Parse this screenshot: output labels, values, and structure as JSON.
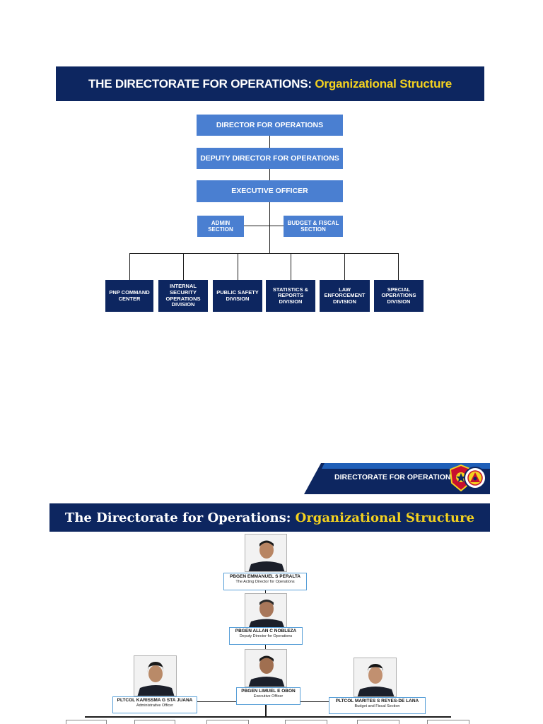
{
  "chart1": {
    "title_main": "THE DIRECTORATE FOR OPERATIONS:",
    "title_highlight": "Organizational Structure",
    "director": "DIRECTOR FOR OPERATIONS",
    "deputy": "DEPUTY DIRECTOR FOR OPERATIONS",
    "exec": "EXECUTIVE OFFICER",
    "admin": "ADMIN SECTION",
    "budget": "BUDGET & FISCAL SECTION",
    "divisions": [
      "PNP COMMAND CENTER",
      "INTERNAL SECURITY OPERATIONS DIVISION",
      "PUBLIC SAFETY DIVISION",
      "STATISTICS & REPORTS DIVISION",
      "LAW ENFORCEMENT DIVISION",
      "SPECIAL OPERATIONS DIVISION"
    ]
  },
  "chart2": {
    "tag": "DIRECTORATE FOR OPERATIONS",
    "title_main": "The Directorate for Operations:",
    "title_highlight": "Organizational Structure",
    "people": [
      {
        "name": "PBGEN EMMANUEL S PERALTA",
        "role": "The Acting Director for Operations"
      },
      {
        "name": "PBGEN ALLAN C NOBLEZA",
        "role": "Deputy Director for Operations"
      },
      {
        "name": "PBGEN LIMUEL E OBON",
        "role": "Executive Officer"
      },
      {
        "name": "PLTCOL KARISSMA G STA JUANA",
        "role": "Administrative Officer"
      },
      {
        "name": "PLTCOL MARITES S REYES-DE LANA",
        "role": "Budget and Fiscal Section"
      }
    ]
  },
  "colors": {
    "navy": "#0d2660",
    "blue_box": "#4a7fd1",
    "highlight": "#f4d21f"
  }
}
